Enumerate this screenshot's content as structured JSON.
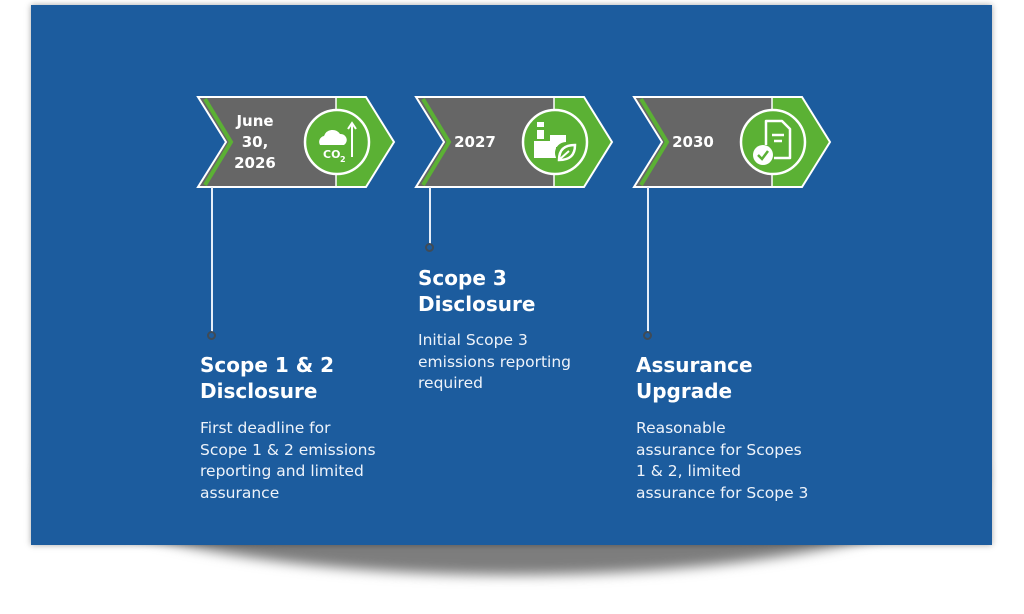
{
  "colors": {
    "background": "#1c5c9e",
    "chevron_gray": "#666666",
    "accent_green": "#5bb134",
    "text": "#ffffff"
  },
  "milestones": [
    {
      "date_lines": [
        "June",
        "30,",
        "2026"
      ],
      "icon": "co2-emissions-rising-icon",
      "title_lines": [
        "Scope 1 & 2",
        "Disclosure"
      ],
      "desc_lines": [
        "First deadline for",
        "Scope 1 & 2 emissions",
        "reporting and limited",
        "assurance"
      ]
    },
    {
      "date_lines": [
        "2027"
      ],
      "icon": "factory-leaf-icon",
      "title_lines": [
        "Scope 3",
        "Disclosure"
      ],
      "desc_lines": [
        "Initial Scope 3",
        "emissions reporting",
        "required"
      ]
    },
    {
      "date_lines": [
        "2030"
      ],
      "icon": "document-check-icon",
      "title_lines": [
        "Assurance",
        "Upgrade"
      ],
      "desc_lines": [
        "Reasonable",
        "assurance for Scopes",
        "1 & 2, limited",
        "assurance for Scope 3"
      ]
    }
  ]
}
